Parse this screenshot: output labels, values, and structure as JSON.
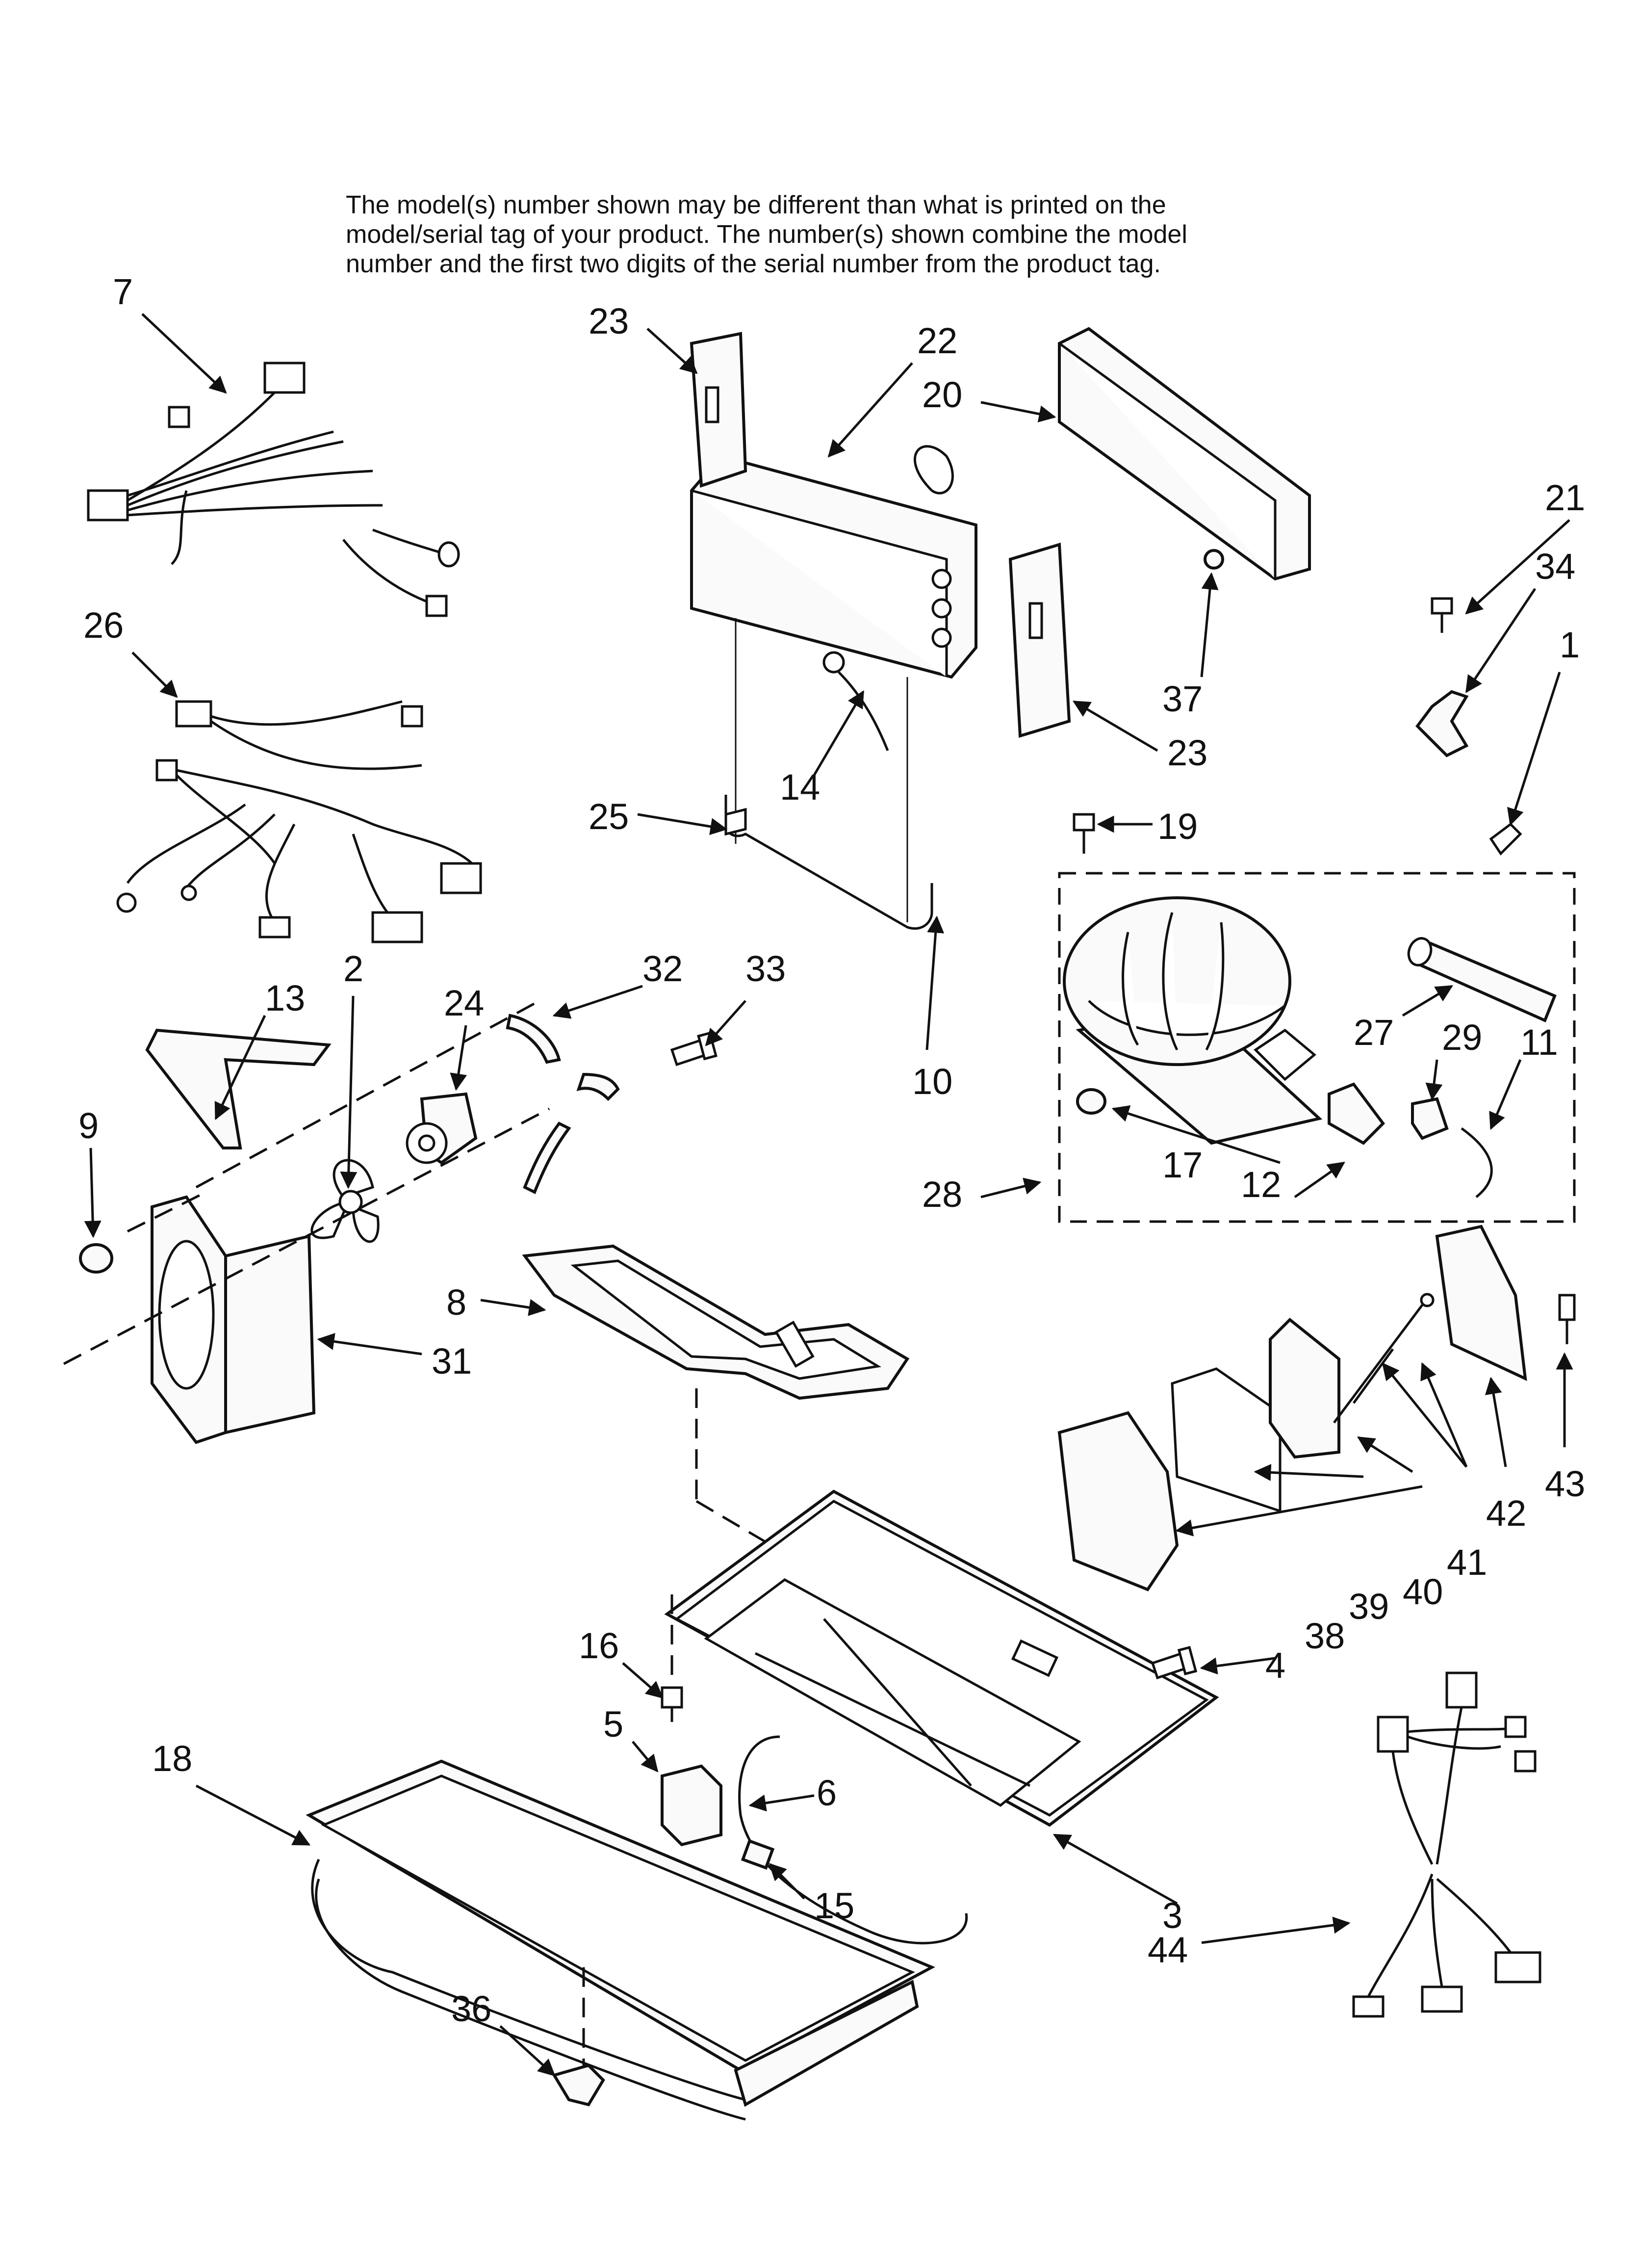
{
  "notice": {
    "line1": "The model(s) number shown may be different than what is printed on the",
    "line2": "model/serial tag of your product. The number(s) shown combine the model",
    "line3": "number and the first two digits of the serial number from the product tag."
  },
  "callouts": {
    "c1": "1",
    "c2": "2",
    "c3": "3",
    "c4": "4",
    "c5": "5",
    "c6": "6",
    "c7": "7",
    "c8": "8",
    "c9": "9",
    "c10": "10",
    "c11": "11",
    "c12": "12",
    "c13": "13",
    "c14": "14",
    "c15": "15",
    "c16": "16",
    "c17": "17",
    "c18": "18",
    "c19": "19",
    "c20": "20",
    "c21": "21",
    "c22": "22",
    "c23": "23",
    "c24": "24",
    "c25": "25",
    "c26": "26",
    "c27": "27",
    "c28": "28",
    "c29": "29",
    "c31": "31",
    "c32": "32",
    "c33": "33",
    "c34": "34",
    "c36": "36",
    "c37": "37",
    "c38": "38",
    "c39": "39",
    "c40": "40",
    "c41": "41",
    "c42": "42",
    "c43": "43",
    "c44": "44"
  }
}
